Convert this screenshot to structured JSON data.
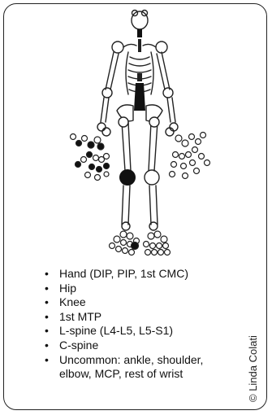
{
  "legend": {
    "bullet": "•",
    "items": [
      {
        "text": "Hand (DIP, PIP, 1st CMC)"
      },
      {
        "text": "Hip"
      },
      {
        "text": "Knee"
      },
      {
        "text": "1st MTP"
      },
      {
        "text": "L-spine (L4-L5, L5-S1)"
      },
      {
        "text": "C-spine"
      },
      {
        "text": "Uncommon: ankle, shoulder,"
      },
      {
        "text": "elbow, MCP, rest of wrist"
      }
    ]
  },
  "credit": "© Linda Colati",
  "colors": {
    "outline": "#222222",
    "affected_joint": "#111111",
    "background": "#ffffff"
  }
}
